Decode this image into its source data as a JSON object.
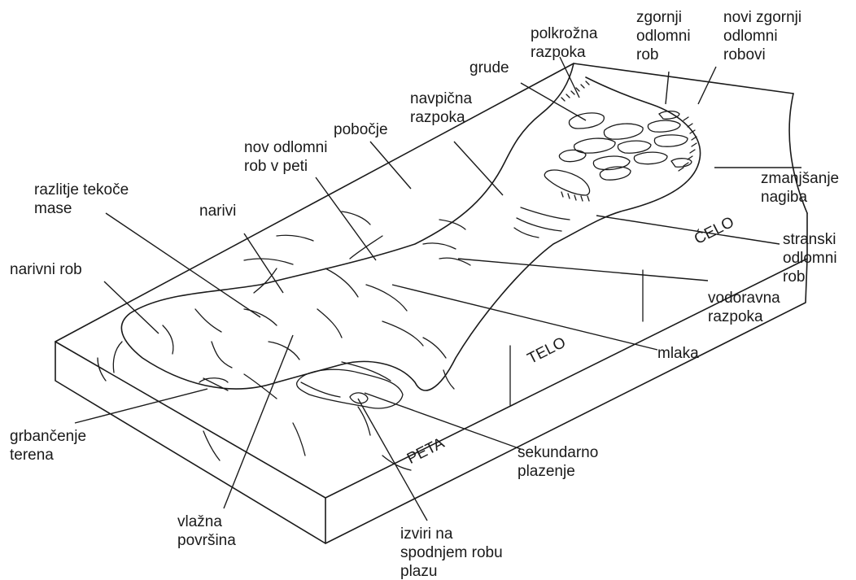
{
  "diagram": {
    "labels": {
      "polkrozna_razpoka": "polkrožna\nrazpoka",
      "zgornji_odlomni_rob": "zgornji\nodlomni\nrob",
      "novi_zgornji_odlomni_robovi": "novi zgornji\nodlomni\nrobovi",
      "grude": "grude",
      "navpicna_razpoka": "navpična\nrazpoka",
      "pobocje": "pobočje",
      "nov_odlomni_rob_v_peti": "nov odlomni\nrob v peti",
      "razlitje_tekoce_mase": "razlitje tekoče\nmase",
      "narivi": "narivi",
      "narivni_rob": "narivni rob",
      "zmanjsanje_nagiba": "zmanjšanje\nnagiba",
      "stranski_odlomni_rob": "stranski\nodlomni\nrob",
      "vodoravna_razpoka": "vodoravna\nrazpoka",
      "mlaka": "mlaka",
      "grbancenje_terena": "grbančenje\nterena",
      "sekundarno_plazenje": "sekundarno\nplazenje",
      "vlazna_povrsina": "vlažna\npovršina",
      "izviri": "izviri na\nspodnjem robu\nplazu"
    },
    "zones": {
      "celo": "ČELO",
      "telo": "TELO",
      "peta": "PETA"
    },
    "line_color": "#1a1a1a"
  }
}
